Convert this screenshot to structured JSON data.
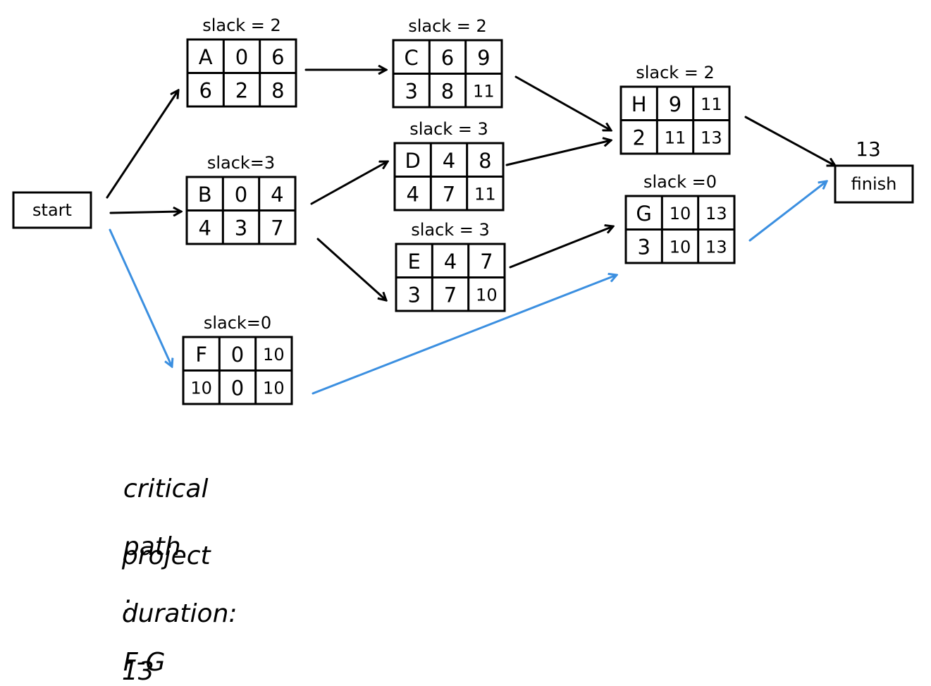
{
  "start_label": "start",
  "finish_label": "finish",
  "finish_top_label": "13",
  "nodes": [
    {
      "id": "A",
      "cells": [
        "A",
        "0",
        "6",
        "6",
        "2",
        "8"
      ],
      "slack": "slack = 2"
    },
    {
      "id": "B",
      "cells": [
        "B",
        "0",
        "4",
        "4",
        "3",
        "7"
      ],
      "slack": "slack=3"
    },
    {
      "id": "F",
      "cells": [
        "F",
        "0",
        "10",
        "10",
        "0",
        "10"
      ],
      "slack": "slack=0"
    },
    {
      "id": "C",
      "cells": [
        "C",
        "6",
        "9",
        "3",
        "8",
        "11"
      ],
      "slack": "slack = 2"
    },
    {
      "id": "D",
      "cells": [
        "D",
        "4",
        "8",
        "4",
        "7",
        "11"
      ],
      "slack": "slack = 3"
    },
    {
      "id": "E",
      "cells": [
        "E",
        "4",
        "7",
        "3",
        "7",
        "10"
      ],
      "slack": "slack = 3"
    },
    {
      "id": "H",
      "cells": [
        "H",
        "9",
        "11",
        "2",
        "11",
        "13"
      ],
      "slack": "slack = 2"
    },
    {
      "id": "G",
      "cells": [
        "G",
        "10",
        "13",
        "3",
        "10",
        "13"
      ],
      "slack": "slack =0"
    }
  ],
  "edges": [
    {
      "from": "start",
      "to": "A",
      "critical": false
    },
    {
      "from": "start",
      "to": "B",
      "critical": false
    },
    {
      "from": "start",
      "to": "F",
      "critical": true
    },
    {
      "from": "A",
      "to": "C",
      "critical": false
    },
    {
      "from": "B",
      "to": "D",
      "critical": false
    },
    {
      "from": "B",
      "to": "E",
      "critical": false
    },
    {
      "from": "C",
      "to": "H",
      "critical": false
    },
    {
      "from": "D",
      "to": "H",
      "critical": false
    },
    {
      "from": "E",
      "to": "G",
      "critical": false
    },
    {
      "from": "F",
      "to": "G",
      "critical": true
    },
    {
      "from": "H",
      "to": "finish",
      "critical": false
    },
    {
      "from": "G",
      "to": "finish",
      "critical": true
    }
  ],
  "colors": {
    "critical": "#3b8fe0",
    "normal": "#000000"
  },
  "notes": {
    "critical_label": "critical",
    "path_label": "path",
    "colon": ":",
    "critical_path_value": "F-G",
    "duration_label": "project",
    "duration_word": "duration:",
    "duration_value": "13"
  }
}
